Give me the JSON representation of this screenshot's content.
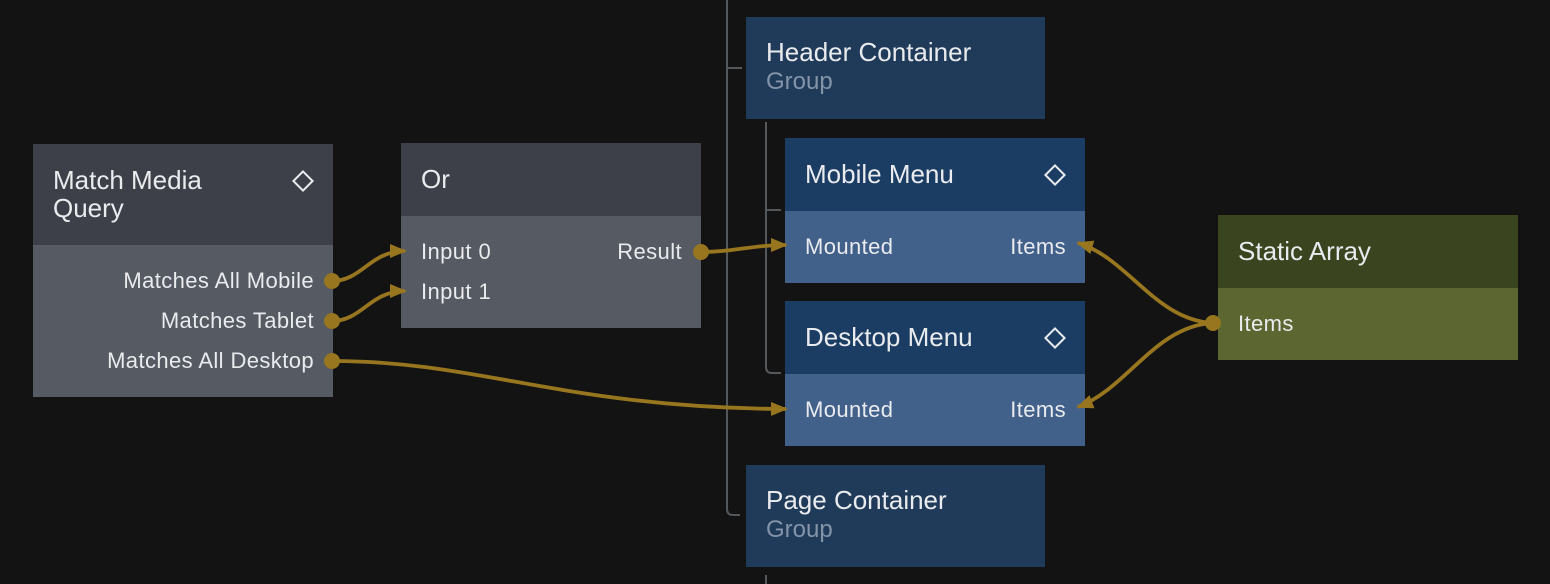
{
  "colors": {
    "background": "#131313",
    "edge": "#97761f",
    "tree_line": "#54585b",
    "gray_node_header": "#3d4049",
    "gray_node_body": "#555a63",
    "blue_node_header": "#1b3d64",
    "blue_node_body": "#41608a",
    "group_node": "#1f3b59",
    "olive_node_header": "#3a441f",
    "olive_node_body": "#5c6631"
  },
  "nodes": {
    "match_media_query": {
      "title": "Match Media Query",
      "outputs": [
        "Matches All Mobile",
        "Matches Tablet",
        "Matches All Desktop"
      ]
    },
    "or": {
      "title": "Or",
      "inputs": [
        "Input 0",
        "Input 1"
      ],
      "output": "Result"
    },
    "header_container": {
      "title": "Header Container",
      "subtitle": "Group"
    },
    "mobile_menu": {
      "title": "Mobile Menu",
      "input": "Mounted",
      "output": "Items"
    },
    "desktop_menu": {
      "title": "Desktop Menu",
      "input": "Mounted",
      "output": "Items"
    },
    "page_container": {
      "title": "Page Container",
      "subtitle": "Group"
    },
    "static_array": {
      "title": "Static Array",
      "output": "Items"
    }
  },
  "edges": [
    {
      "from": "Match Media Query.Matches All Mobile",
      "to": "Or.Input 0"
    },
    {
      "from": "Match Media Query.Matches Tablet",
      "to": "Or.Input 1"
    },
    {
      "from": "Match Media Query.Matches All Desktop",
      "to": "Desktop Menu.Mounted"
    },
    {
      "from": "Or.Result",
      "to": "Mobile Menu.Mounted"
    },
    {
      "from": "Static Array.Items",
      "to": "Mobile Menu.Items"
    },
    {
      "from": "Static Array.Items",
      "to": "Desktop Menu.Items"
    }
  ]
}
